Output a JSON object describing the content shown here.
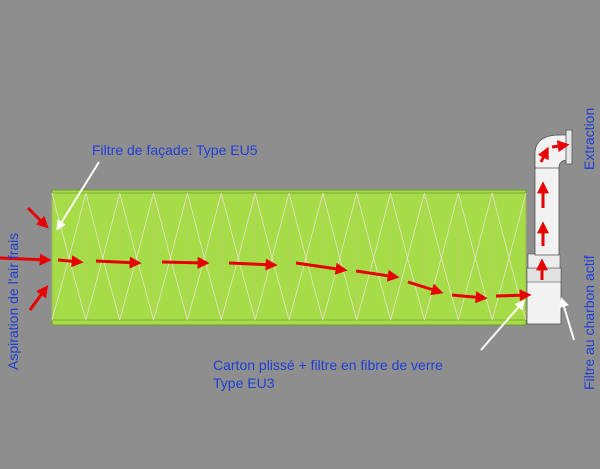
{
  "labels": {
    "facade_filter": "Filtre de façade: Type EU5",
    "fresh_air_intake": "Aspiration de l'air frais",
    "pleated_filter_line1": "Carton plissé + filtre en fibre de verre",
    "pleated_filter_line2": "Type EU3",
    "extraction": "Extraction",
    "charcoal_filter": "Filtre au charbon actif"
  },
  "colors": {
    "background": "#8e8e8e",
    "filter_panel": "#a6dc48",
    "label_text": "#1f3fd6",
    "flow_arrow": "#e60000",
    "pointer_arrow": "#ffffff",
    "duct": "#f2f2f2"
  }
}
